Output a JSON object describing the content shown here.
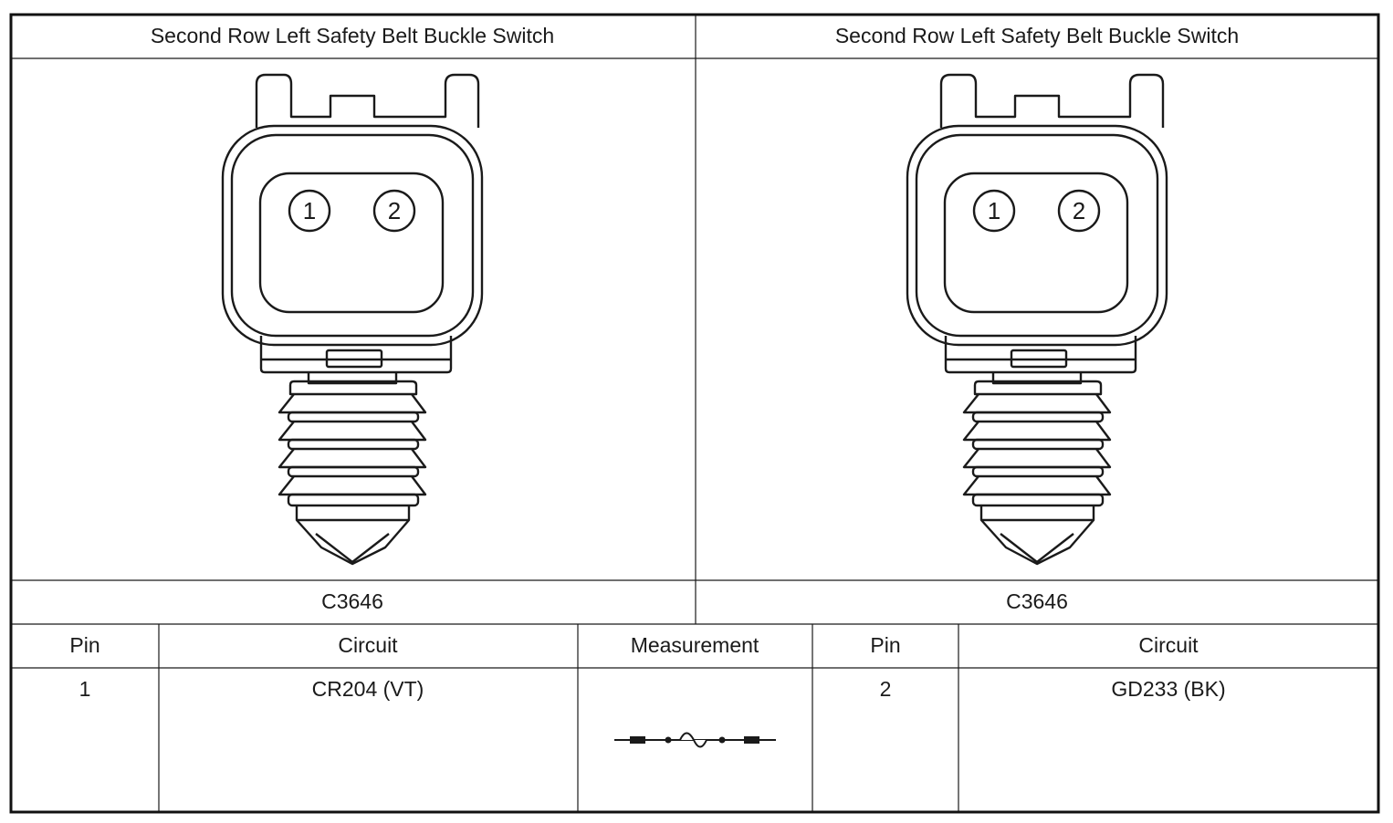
{
  "connector_views": [
    {
      "title": "Second Row Left Safety Belt Buckle Switch",
      "connector_id": "C3646",
      "pins": [
        "1",
        "2"
      ]
    },
    {
      "title": "Second Row Left Safety Belt Buckle Switch",
      "connector_id": "C3646",
      "pins": [
        "1",
        "2"
      ]
    }
  ],
  "table": {
    "headers": {
      "pin_a": "Pin",
      "circuit_a": "Circuit",
      "measurement": "Measurement",
      "pin_b": "Pin",
      "circuit_b": "Circuit"
    },
    "row": {
      "pin_a": "1",
      "circuit_a": "CR204 (VT)",
      "measurement_icon": "resistance-measurement-icon",
      "pin_b": "2",
      "circuit_b": "GD233 (BK)"
    }
  }
}
